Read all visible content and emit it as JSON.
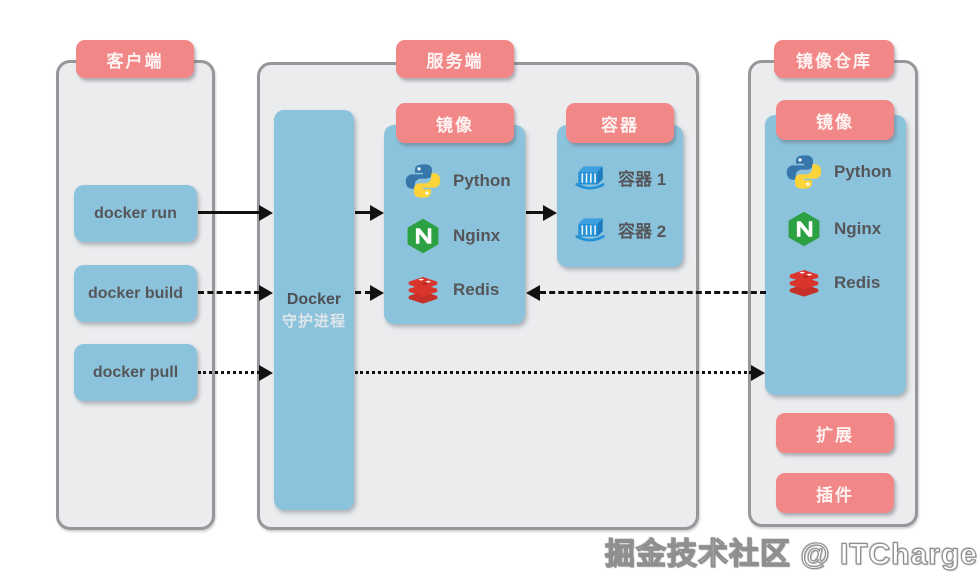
{
  "watermark": "掘金技术社区 @ ITCharge",
  "colors": {
    "header_pink": "#F18787",
    "box_blue": "#8CC3DC",
    "panel_bg": "#EBECEE",
    "panel_border": "#97979B",
    "arrow_black": "#111111",
    "label_gray": "#55565A",
    "python_blue": "#3776AB",
    "python_yellow": "#FFD43B",
    "nginx_green": "#2BA143",
    "redis_red": "#D9352C",
    "container_blue": "#2491D6"
  },
  "client": {
    "title": "客户端",
    "commands": [
      {
        "label": "docker run",
        "arrow_style": "solid"
      },
      {
        "label": "docker build",
        "arrow_style": "dashed"
      },
      {
        "label": "docker pull",
        "arrow_style": "dotted"
      }
    ]
  },
  "server": {
    "title": "服务端",
    "daemon": {
      "line1": "Docker",
      "line2": "守护进程"
    },
    "images": {
      "title": "镜像",
      "items": [
        {
          "label": "Python",
          "icon": "python-icon"
        },
        {
          "label": "Nginx",
          "icon": "nginx-icon"
        },
        {
          "label": "Redis",
          "icon": "redis-icon"
        }
      ]
    },
    "containers": {
      "title": "容器",
      "items": [
        {
          "label": "容器 1",
          "icon": "container-icon"
        },
        {
          "label": "容器 2",
          "icon": "container-icon"
        }
      ]
    }
  },
  "registry": {
    "title": "镜像仓库",
    "images": {
      "title": "镜像",
      "items": [
        {
          "label": "Python",
          "icon": "python-icon"
        },
        {
          "label": "Nginx",
          "icon": "nginx-icon"
        },
        {
          "label": "Redis",
          "icon": "redis-icon"
        }
      ]
    },
    "buttons": [
      {
        "label": "扩展"
      },
      {
        "label": "插件"
      }
    ]
  }
}
